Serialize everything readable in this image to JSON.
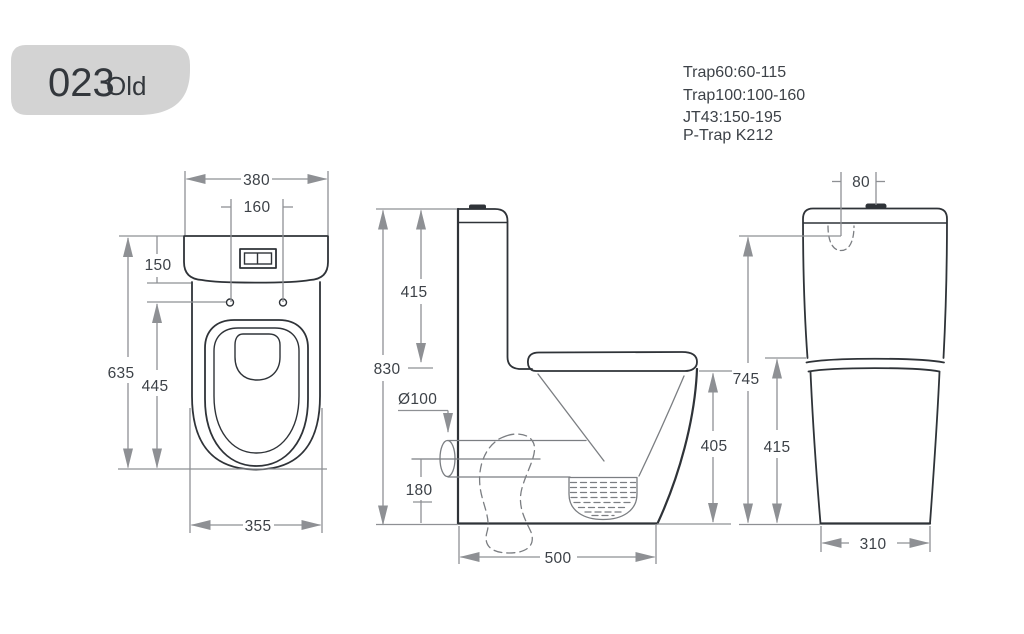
{
  "badge": {
    "code": "023",
    "suffix": "Old"
  },
  "trap_specs": {
    "line1": "Trap60:60-115",
    "line2": "Trap100:100-160",
    "line3": "JT43:150-195",
    "line4": "P-Trap K212"
  },
  "front_view": {
    "overall_width": "380",
    "button_spacing": "160",
    "cistern_height": "150",
    "overall_height": "635",
    "rim_height": "445",
    "base_width": "355"
  },
  "side_view": {
    "overall_height": "830",
    "cistern_height": "415",
    "outlet_diameter": "Ø100",
    "outlet_center_height": "180",
    "bowl_height": "405",
    "overall_depth": "500"
  },
  "back_view": {
    "inlet_offset": "80",
    "overall_height": "745",
    "lower_body_height": "415",
    "base_width": "310"
  },
  "colors": {
    "outline": "#2f3338",
    "dimension_line": "#8e9094",
    "text": "#3d4248",
    "badge_background": "#d3d3d3"
  }
}
